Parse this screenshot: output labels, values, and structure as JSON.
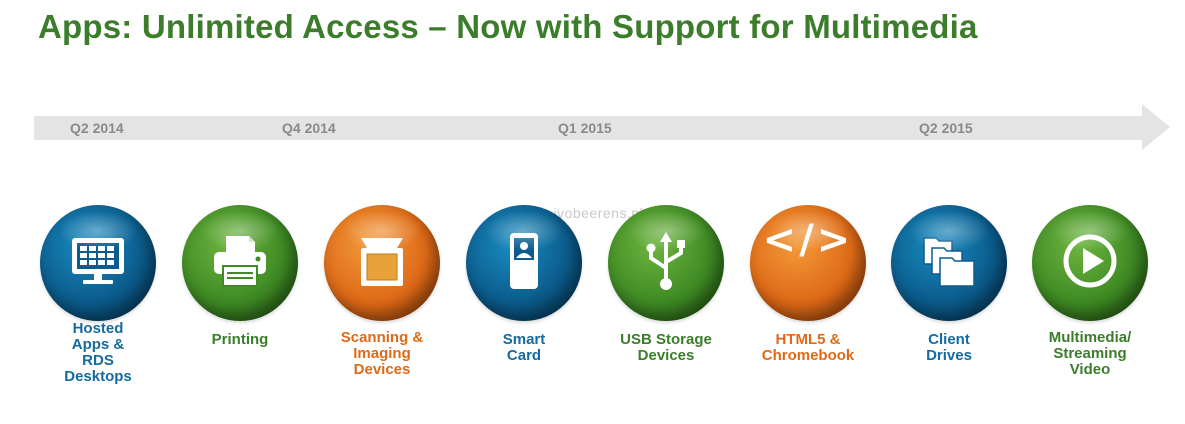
{
  "title": "Apps: Unlimited Access – Now with Support for Multimedia",
  "timeline": {
    "quarters": [
      "Q2 2014",
      "Q4 2014",
      "Q1 2015",
      "Q2 2015"
    ]
  },
  "watermark": "www.ivobeerens.nl",
  "colors": {
    "blue": "#0b5c8c",
    "green": "#3f8b24",
    "orange": "#de6a17",
    "title": "#3b7d2b"
  },
  "features": [
    {
      "label": "Hosted\nApps &\nRDS\nDesktops",
      "color": "blue",
      "icon": "desktop-monitor-icon"
    },
    {
      "label": "Printing",
      "color": "green",
      "icon": "printer-icon"
    },
    {
      "label": "Scanning &\nImaging\nDevices",
      "color": "orange",
      "icon": "scanner-icon"
    },
    {
      "label": "Smart\nCard",
      "color": "blue",
      "icon": "smart-card-icon"
    },
    {
      "label": "USB Storage\nDevices",
      "color": "green",
      "icon": "usb-icon"
    },
    {
      "label": "HTML5 &\nChromebook",
      "color": "orange",
      "icon": "code-icon",
      "glyph": "</>"
    },
    {
      "label": "Client\nDrives",
      "color": "blue",
      "icon": "folders-icon"
    },
    {
      "label": "Multimedia/\nStreaming\nVideo",
      "color": "green",
      "icon": "play-icon"
    }
  ]
}
